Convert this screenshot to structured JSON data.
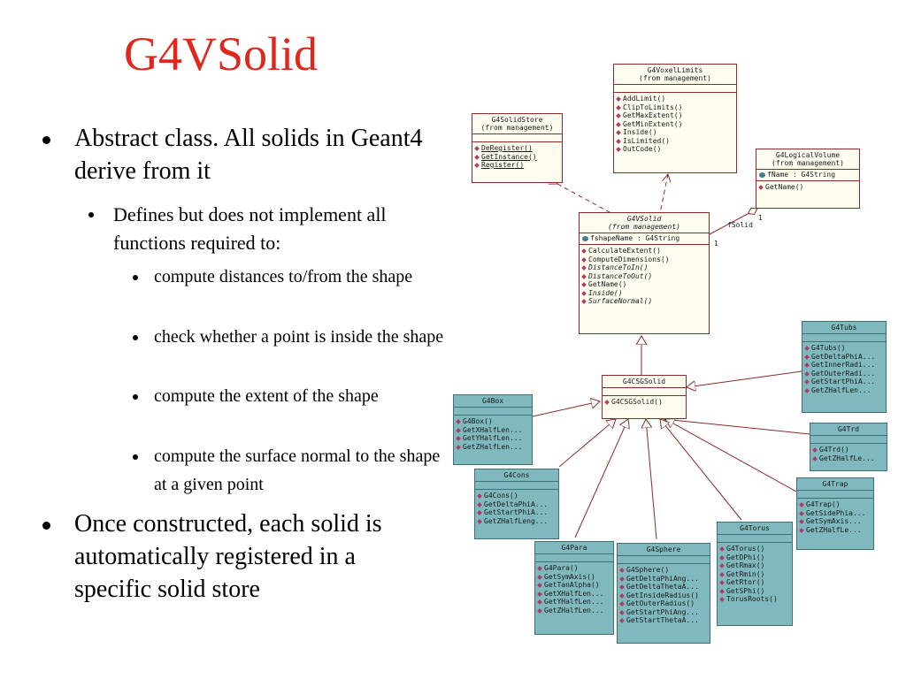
{
  "slide": {
    "title": "G4VSolid",
    "bullets": [
      {
        "text": "Abstract class. All solids in Geant4 derive from it"
      },
      {
        "text": "Defines but does not implement all functions required to:"
      },
      {
        "text": "compute distances to/from the shape"
      },
      {
        "text": "check whether a point is inside the shape"
      },
      {
        "text": "compute the extent of the shape"
      },
      {
        "text": "compute the surface normal to the shape at a given point"
      },
      {
        "text": "Once constructed, each solid is automatically registered in a specific solid store"
      }
    ]
  },
  "diagram": {
    "classes": {
      "voxel": {
        "name": "G4VoxelLimits",
        "stereo": "(from management)",
        "ops": [
          "AddLimit()",
          "ClipToLimits()",
          "GetMaxExtent()",
          "GetMinExtent()",
          "Inside()",
          "IsLimited()",
          "OutCode()"
        ]
      },
      "store": {
        "name": "G4SolidStore",
        "stereo": "(from management)",
        "ops": [
          "DeRegister()",
          "GetInstance()",
          "Register()"
        ]
      },
      "logical": {
        "name": "G4LogicalVolume",
        "stereo": "(from management)",
        "attr": "fName : G4String",
        "ops": [
          "GetName()"
        ]
      },
      "vsolid": {
        "name": "G4VSolid",
        "stereo": "(from management)",
        "attr": "fshapeName : G4String",
        "ops": [
          "CalculateExtent()",
          "ComputeDimensions()",
          "DistanceToIn()",
          "DistanceToOut()",
          "GetName()",
          "Inside()",
          "SurfaceNormal()"
        ]
      },
      "csg": {
        "name": "G4CSGSolid",
        "ops": [
          "G4CSGSolid()"
        ]
      },
      "tubs": {
        "name": "G4Tubs",
        "ops": [
          "G4Tubs()",
          "GetDeltaPhiA...",
          "GetInnerRadi...",
          "GetOuterRadi...",
          "GetStartPhiA...",
          "GetZHalfLen..."
        ]
      },
      "box": {
        "name": "G4Box",
        "ops": [
          "G4Box()",
          "GetXHalfLen...",
          "GetYHalfLen...",
          "GetZHalfLen..."
        ]
      },
      "trd": {
        "name": "G4Trd",
        "ops": [
          "G4Trd()",
          "GetZHalfLe..."
        ]
      },
      "cons": {
        "name": "G4Cons",
        "ops": [
          "G4Cons()",
          "GetDeltaPhiA...",
          "GetStartPhiA...",
          "GetZHalfLeng..."
        ]
      },
      "trap": {
        "name": "G4Trap",
        "ops": [
          "G4Trap()",
          "GetSidePhia...",
          "GetSymAxis...",
          "GetZHalfLe..."
        ]
      },
      "torus": {
        "name": "G4Torus",
        "ops": [
          "G4Torus()",
          "GetDPhi()",
          "GetRmax()",
          "GetRmin()",
          "GetRtor()",
          "GetSPhi()",
          "TorusRoots()"
        ]
      },
      "para": {
        "name": "G4Para",
        "ops": [
          "G4Para()",
          "GetSymAxis()",
          "GetTanAlpha()",
          "GetXHalfLen...",
          "GetYHalfLen...",
          "GetZHalfLen..."
        ]
      },
      "sphere": {
        "name": "G4Sphere",
        "ops": [
          "G4Sphere()",
          "GetDeltaPhiAng...",
          "GetDeltaThetaA...",
          "GetInsideRadius()",
          "GetOuterRadius()",
          "GetStartPhiAng...",
          "GetStartThetaA..."
        ]
      }
    },
    "association": {
      "role": "fSolid",
      "mult_a": "1",
      "mult_b": "1"
    }
  }
}
